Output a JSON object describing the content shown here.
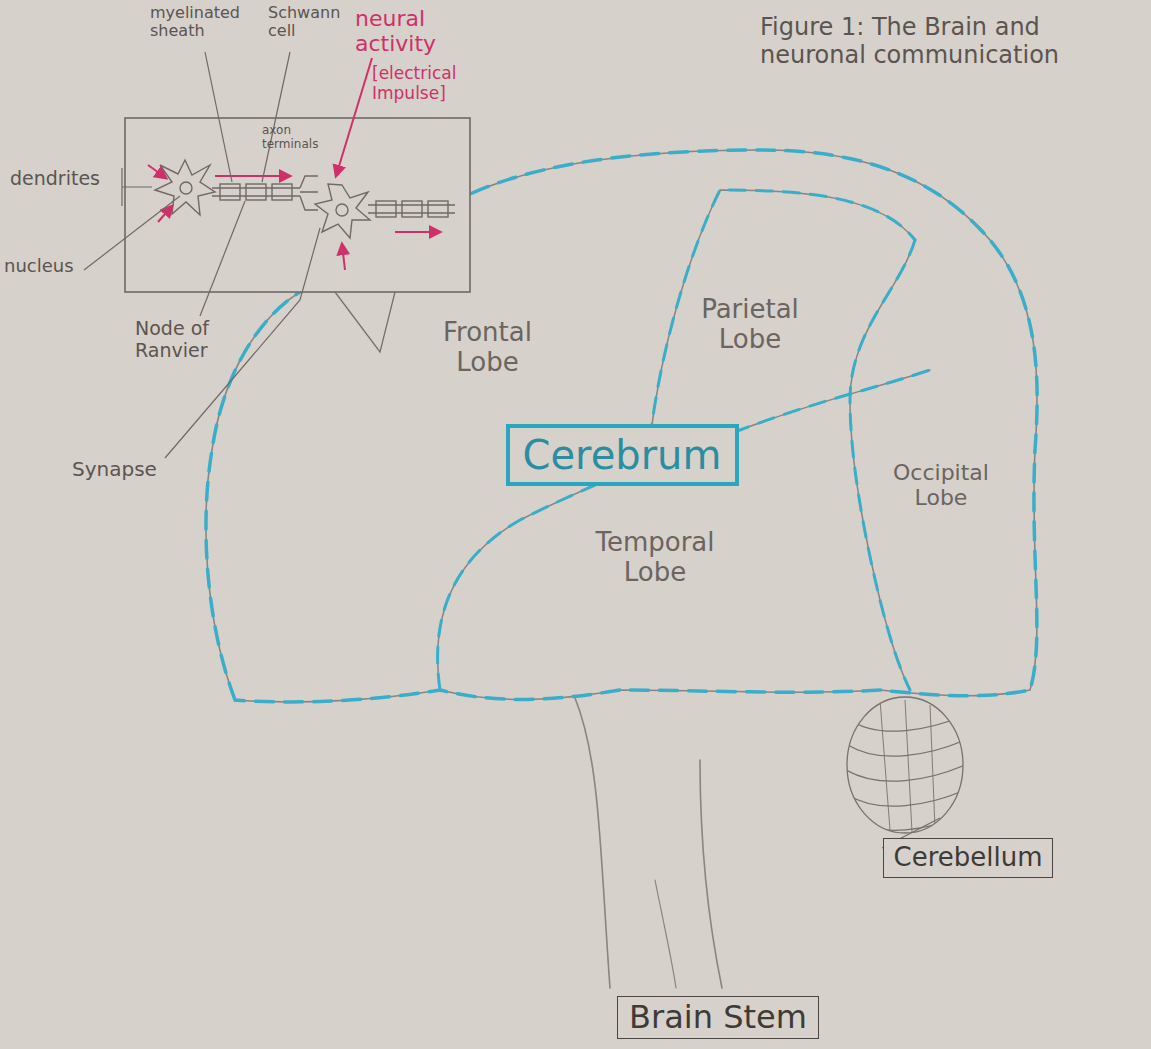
{
  "diagram": {
    "title": "Figure 1: The Brain and neuronal communication",
    "nodes": [
      {
        "text": [
          "Cerebrum"
        ]
      },
      {
        "text": [
          "Cerebellum"
        ]
      },
      {
        "text": [
          "Brain Stem"
        ]
      }
    ],
    "labels": [
      "myelinated sheath",
      "Schwann cell",
      "axon terminals",
      "neural activity",
      "[electrical Impulse]",
      "dendrites",
      "nucleus",
      "Node of Ranvier",
      "Synapse",
      "Frontal Lobe",
      "Parietal Lobe",
      "Occipital Lobe",
      "Temporal Lobe"
    ]
  }
}
